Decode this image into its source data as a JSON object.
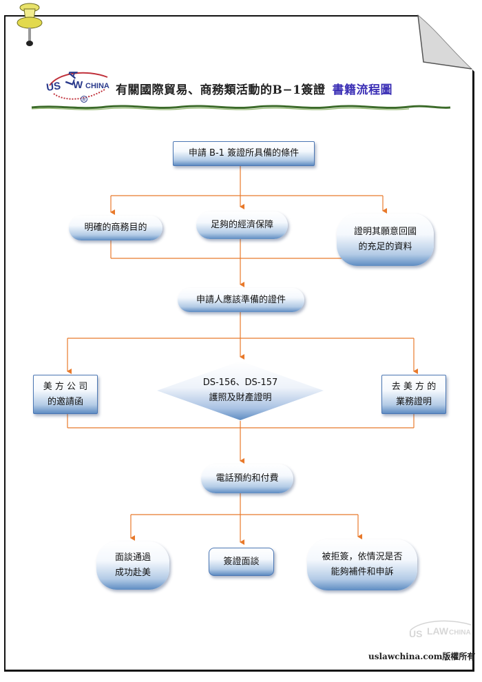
{
  "header": {
    "logo_text": "US LAWCHINA",
    "title_main": "有關國際貿易、商務類活動的B−1簽證",
    "title_accent": "書籍流程圖"
  },
  "nodes": {
    "conditions": "申請 B-1 簽證所具備的條件",
    "purpose": "明確的商務目的",
    "funds": "足夠的經濟保障",
    "return_line1": "證明其願意回國",
    "return_line2": "的充足的資料",
    "documents": "申請人應該準備的證件",
    "us_company_line1": "美 方 公 司",
    "us_company_line2": "的邀請函",
    "forms_line1": "DS-156、DS-157",
    "forms_line2": "護照及財產證明",
    "business_line1": "去 美 方 的",
    "business_line2": "業務證明",
    "appointment": "電話預約和付費",
    "pass_line1": "面談通過",
    "pass_line2": "成功赴美",
    "interview": "簽證面談",
    "refused_line1": "被拒簽，依情況是否",
    "refused_line2": "能夠補件和申訴"
  },
  "footer": {
    "copyright": "uslawchina.com版權所有"
  },
  "colors": {
    "connector": "#e8792a",
    "node_border": "#4a76b3",
    "node_gradient_bottom": "#5e8cc2",
    "title_accent": "#3b2fb5"
  }
}
